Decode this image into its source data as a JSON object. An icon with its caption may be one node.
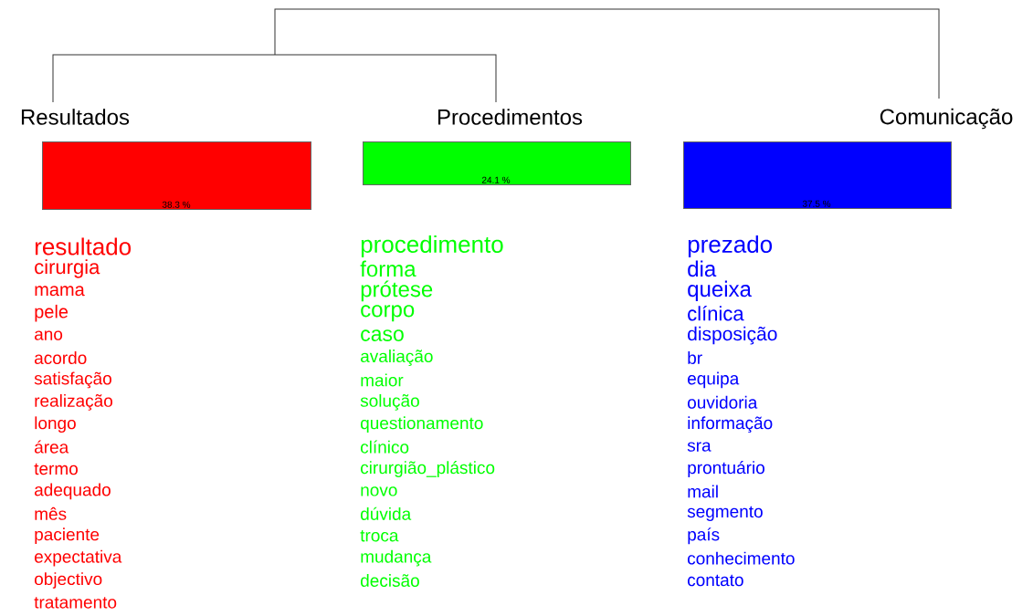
{
  "diagram": {
    "nodes": [
      {
        "text": [
          "Resultados",
          "38.3 %"
        ],
        "beside": [
          "resultado",
          "cirurgia",
          "mama",
          "pele",
          "ano",
          "acordo",
          "satisfação",
          "realização",
          "longo",
          "área",
          "termo",
          "adequado",
          "mês",
          "paciente",
          "expectativa",
          "objectivo",
          "tratamento"
        ]
      },
      {
        "text": [
          "Procedimentos",
          "24.1 %"
        ],
        "beside": [
          "procedimento",
          "forma",
          "prótese",
          "corpo",
          "caso",
          "avaliação",
          "maior",
          "solução",
          "questionamento",
          "clínico",
          "cirurgião_plástico",
          "novo",
          "dúvida",
          "troca",
          "mudança",
          "decisão"
        ]
      },
      {
        "text": [
          "Comunicação",
          "37.5 %"
        ],
        "beside": [
          "prezado",
          "dia",
          "queixa",
          "clínica",
          "disposição",
          "br",
          "equipa",
          "ouvidoria",
          "informação",
          "sra",
          "prontuário",
          "mail",
          "segmento",
          "país",
          "conhecimento",
          "contato"
        ]
      }
    ],
    "edges": [
      {
        "from": 0,
        "to": 1,
        "arrow": "none"
      }
    ]
  }
}
